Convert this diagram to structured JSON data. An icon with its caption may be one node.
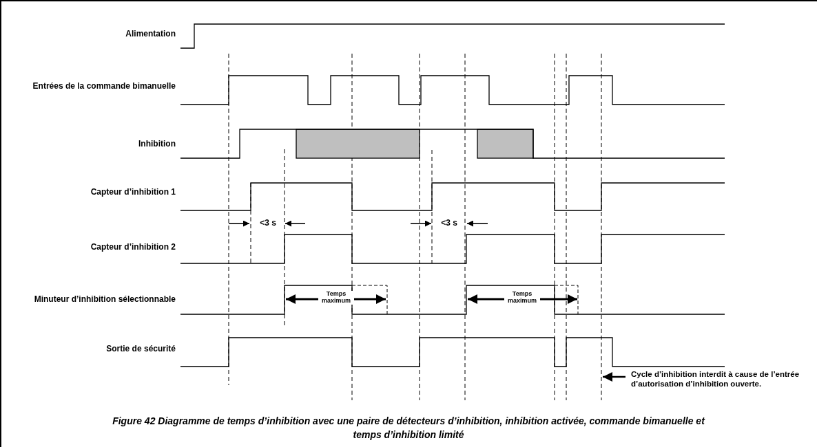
{
  "diagram": {
    "caption": "Figure 42 Diagramme de temps d’inhibition avec une paire de détecteurs d’inhibition, inhibition activée, commande bimanuelle et temps d’inhibition limité",
    "labels": [
      "Alimentation",
      "Entrées de la commande bimanuelle",
      "Inhibition",
      "Capteur d’inhibition 1",
      "Capteur d’inhibition 2",
      "Minuteur d’inhibition sélectionnable",
      "Sortie de sécurité",
      "<3 s",
      "<3 s",
      "Temps maximum",
      "Temps maximum",
      "Cycle d’inhibition interdit à cause de l’entrée d’autorisation d’inhibition ouverte."
    ]
  }
}
